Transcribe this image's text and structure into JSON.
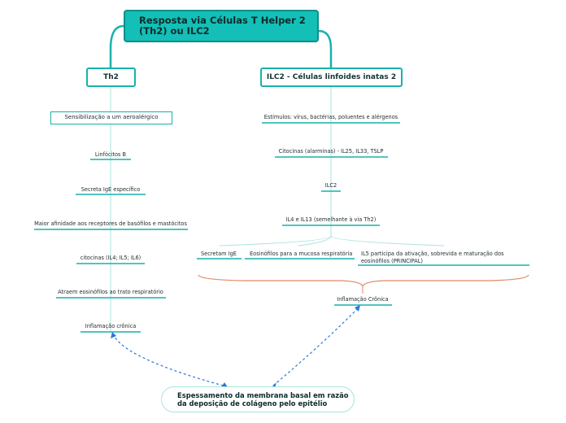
{
  "root": {
    "line1": "Resposta via Células T Helper 2",
    "line2": "(Th2) ou ILC2"
  },
  "th2": {
    "label": "Th2",
    "box": "Sensibilização a um aeroalérgico",
    "steps": [
      "Linfócitos B",
      "Secreta IgE específico",
      "Maior afinidade aos receptores de basófilos e mastócitos",
      "citocinas (IL4; IL5; IL6)",
      "Atraem eosinófilos ao trato respiratório",
      "Inflamação crônica"
    ]
  },
  "ilc2": {
    "label": "ILC2 - Células linfoides inatas 2",
    "steps": [
      "Estímulos: vírus, bactérias, poluentes e alérgenos",
      "Citocinas (alarminas) - IL25, IL33, TSLP",
      "ILC2",
      "IL4 e IL13 (semelhante à via Th2)"
    ],
    "effects": {
      "a": "Secretam IgE",
      "b": "Eosinófilos para a mucosa respiratória",
      "c1": "IL5 participa da ativação, sobrevida e maturação dos",
      "c2": "eosinófilos (PRINCIPAL)"
    },
    "result": "Inflamação Crônica"
  },
  "bottom": {
    "line1": "Espessamento da membrana basal em razão",
    "line2": "da deposição de colágeno pelo epitélio"
  },
  "colors": {
    "teal": "#13bfb7",
    "line": "#17b2ab",
    "light": "#a8e3df",
    "brace": "#e08a6a",
    "dash": "#2b78d8"
  }
}
